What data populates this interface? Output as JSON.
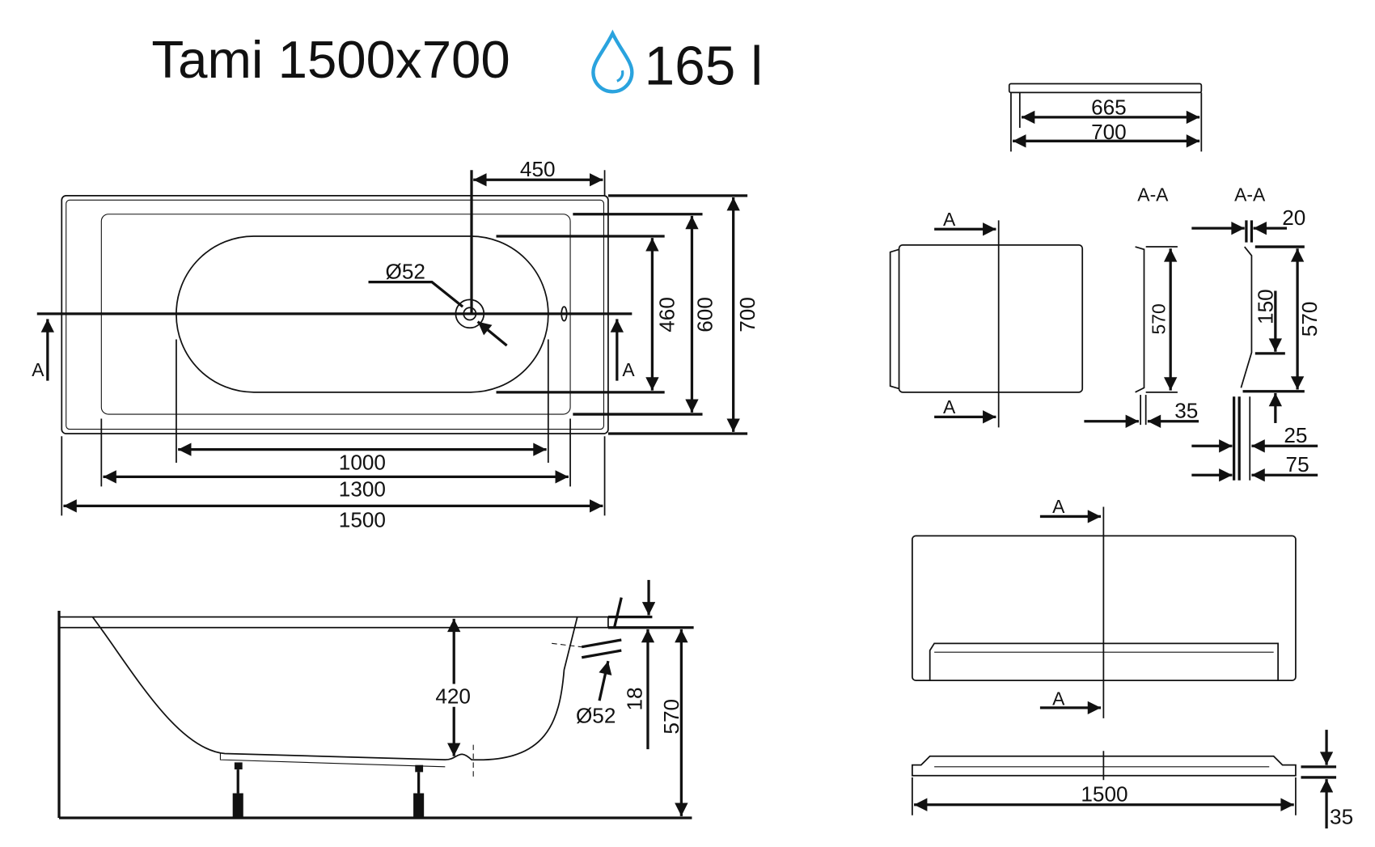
{
  "title": {
    "model": "Tami 1500x700",
    "volume": "165 l",
    "volume_icon": "water-drop-icon",
    "accent": "#2aa3de"
  },
  "top_view": {
    "dims": {
      "d450": "450",
      "d460": "460",
      "d600": "600",
      "d700": "700",
      "d1000": "1000",
      "d1300": "1300",
      "d1500": "1500",
      "drain": "Ø52"
    },
    "section_mark": "A"
  },
  "side_view": {
    "dims": {
      "d420": "420",
      "d18": "18",
      "d570": "570",
      "overflow": "Ø52"
    }
  },
  "panel": {
    "top_dims": {
      "d665": "665",
      "d700": "700"
    },
    "section_label": "A-A",
    "section_mark": "A",
    "section1": {
      "d570": "570",
      "d35": "35"
    },
    "section2": {
      "d20": "20",
      "d150": "150",
      "d570": "570",
      "d25": "25",
      "d75": "75"
    },
    "bottom_dims": {
      "d1500": "1500",
      "d35": "35"
    }
  }
}
